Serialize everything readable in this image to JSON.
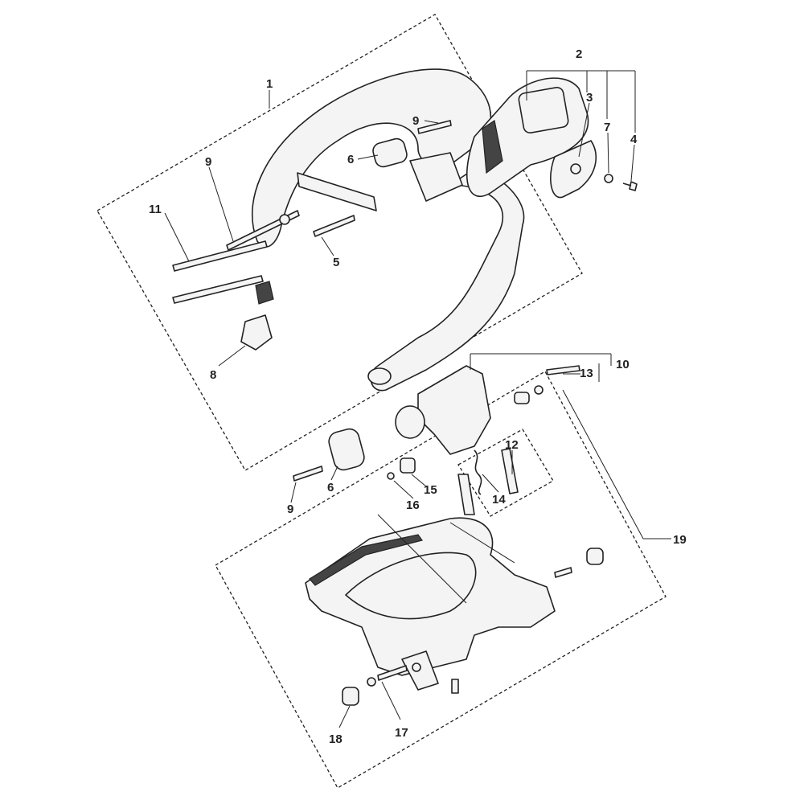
{
  "diagram": {
    "title": "Handle and handguard assembly - exploded parts view",
    "callouts": [
      {
        "id": "c1",
        "text": "1"
      },
      {
        "id": "c2",
        "text": "2"
      },
      {
        "id": "c3",
        "text": "3"
      },
      {
        "id": "c7",
        "text": "7"
      },
      {
        "id": "c4",
        "text": "4"
      },
      {
        "id": "c9a",
        "text": "9"
      },
      {
        "id": "c6a",
        "text": "6"
      },
      {
        "id": "c9b",
        "text": "9"
      },
      {
        "id": "c11",
        "text": "11"
      },
      {
        "id": "c5",
        "text": "5"
      },
      {
        "id": "c8",
        "text": "8"
      },
      {
        "id": "c10",
        "text": "10"
      },
      {
        "id": "c13",
        "text": "13"
      },
      {
        "id": "c12",
        "text": "12"
      },
      {
        "id": "c6b",
        "text": "6"
      },
      {
        "id": "c9c",
        "text": "9"
      },
      {
        "id": "c15",
        "text": "15"
      },
      {
        "id": "c16",
        "text": "16"
      },
      {
        "id": "c14",
        "text": "14"
      },
      {
        "id": "c19",
        "text": "19"
      },
      {
        "id": "c17",
        "text": "17"
      },
      {
        "id": "c18",
        "text": "18"
      }
    ]
  }
}
